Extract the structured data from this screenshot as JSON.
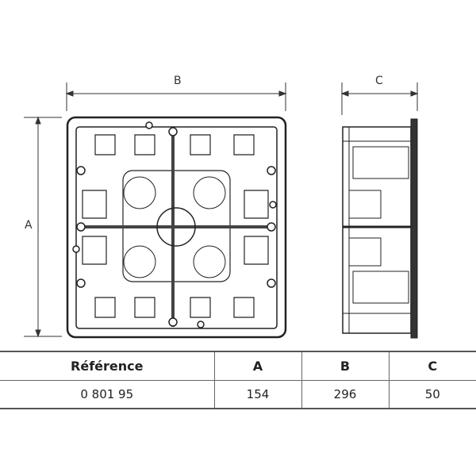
{
  "dimension_labels": {
    "a": "A",
    "b": "B",
    "c": "C"
  },
  "table": {
    "headers": [
      "Référence",
      "A",
      "B",
      "C"
    ],
    "rows": [
      [
        "0 801 95",
        "154",
        "296",
        "50"
      ]
    ]
  }
}
